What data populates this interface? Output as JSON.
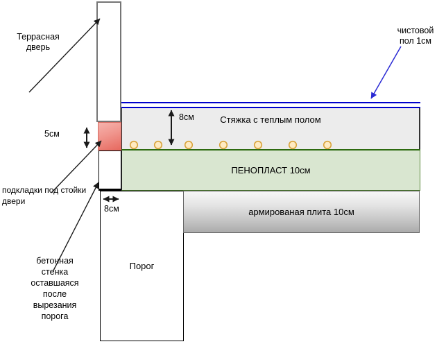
{
  "labels": {
    "terrace_door": "Террасная дверь",
    "finish_floor": "чистовой пол 1см",
    "door_pads": "подкладки под стойки двери",
    "concrete_wall": "бетонная стенка оставшаяся после вырезания порога",
    "threshold": "Порог"
  },
  "layers": {
    "screed": "Стяжка с теплым полом",
    "foam": "ПЕНОПЛАСТ 10см",
    "slab": "армированая плита 10см"
  },
  "dimensions": {
    "screed_thickness": "8см",
    "pad_height": "5см",
    "wall_width": "8см"
  },
  "pipes": {
    "count": 7
  },
  "colors": {
    "screed_fill": "#ececec",
    "foam_fill": "#d9e6d0",
    "foam_border": "#2d6a0f",
    "slab_gradient_top": "#f7f7f7",
    "slab_gradient_bottom": "#ababab",
    "pad_gradient_top": "#f6b3ad",
    "pad_gradient_bottom": "#e7695f",
    "finish_floor_line": "#0000cc",
    "finish_floor_arrow": "#2a2ad4",
    "leader_arrow": "#1a1a1a",
    "pipe_fill": "#ffeac1",
    "pipe_border": "#d9a33a",
    "door_post_border": "#757575"
  }
}
